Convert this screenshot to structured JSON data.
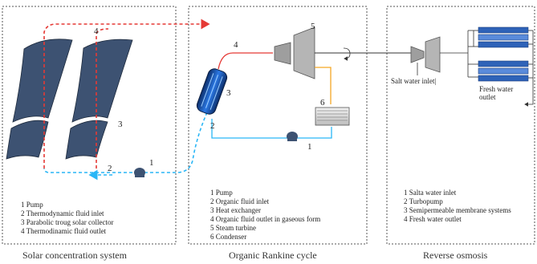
{
  "panels": {
    "solar": {
      "caption": "Solar concentration system",
      "legend": [
        "1 Pump",
        "2 Thermodynamic fluid inlet",
        "3 Parabolic troug solar collector",
        "4 Thermodinamic fluid outlet"
      ],
      "markers": {
        "n1": "1",
        "n2": "2",
        "n3": "3",
        "n4": "4"
      }
    },
    "orc": {
      "caption": "Organic Rankine cycle",
      "legend": [
        "1 Pump",
        "2 Organic fluid inlet",
        "3 Heat exchanger",
        "4 Organic fluid outlet in gaseous form",
        "5 Steam turbine",
        "6 Condenser"
      ],
      "markers": {
        "n1": "1",
        "n2": "2",
        "n3": "3",
        "n4": "4",
        "n5": "5",
        "n6": "6"
      }
    },
    "ro": {
      "caption": "Reverse osmosis",
      "legend": [
        "1 Salta water inlet",
        "2 Turbopump",
        "3 Semipermeable membrane systems",
        "4 Fresh water outlet"
      ],
      "salt_label": "Salt water inlet|",
      "fresh_label_1": "Fresh water",
      "fresh_label_2": "outlet"
    }
  },
  "colors": {
    "red_flow": "#e53935",
    "blue_flow": "#29b6f6",
    "orange_flow": "#f5a623",
    "collector": "#3d5272",
    "hx_blue": "#1e63c8",
    "membrane": "#2f63b8"
  }
}
